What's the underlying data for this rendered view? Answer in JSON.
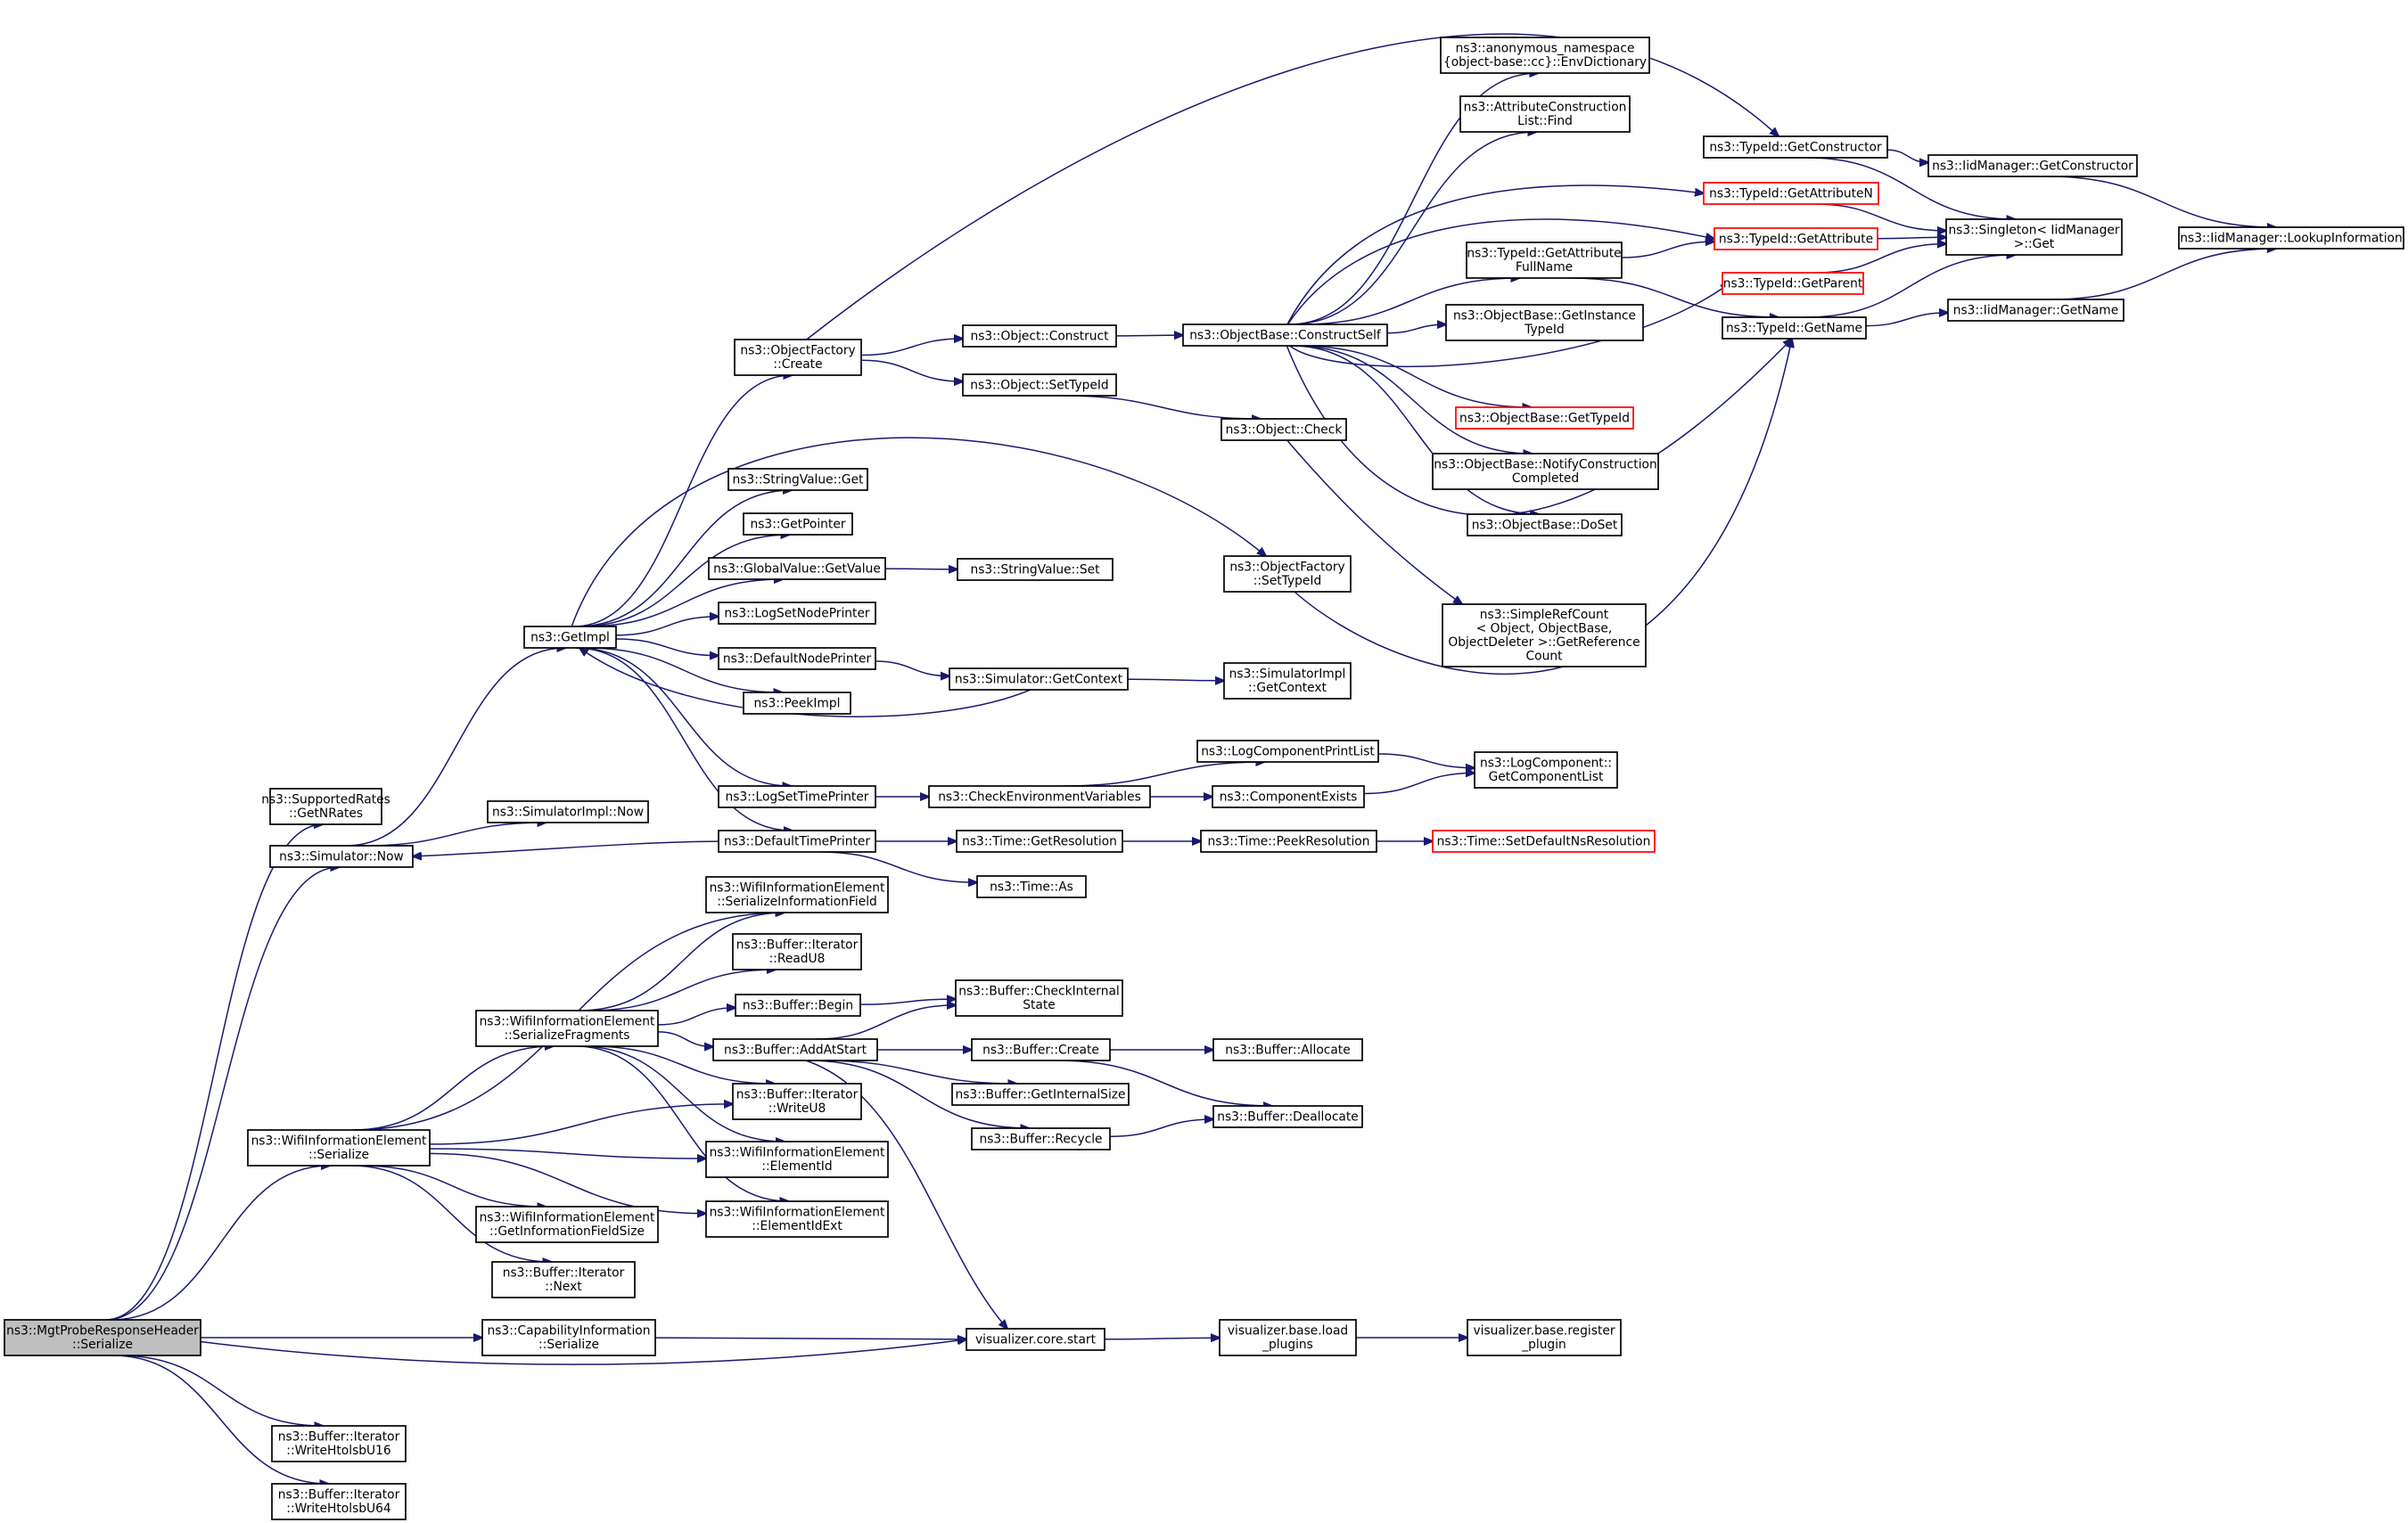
{
  "diagram": {
    "nodes": [
      {
        "id": "root",
        "lines": [
          "ns3::MgtProbeResponseHeader",
          "::Serialize"
        ],
        "style": "root"
      },
      {
        "id": "supportedRates",
        "lines": [
          "ns3::SupportedRates",
          "::GetNRates"
        ]
      },
      {
        "id": "simNow",
        "lines": [
          "ns3::Simulator::Now"
        ]
      },
      {
        "id": "simImplNow",
        "lines": [
          "ns3::SimulatorImpl::Now"
        ]
      },
      {
        "id": "getImpl",
        "lines": [
          "ns3::GetImpl"
        ]
      },
      {
        "id": "objFactoryCreate",
        "lines": [
          "ns3::ObjectFactory",
          "::Create"
        ]
      },
      {
        "id": "stringValueGet",
        "lines": [
          "ns3::StringValue::Get"
        ]
      },
      {
        "id": "getPointer",
        "lines": [
          "ns3::GetPointer"
        ]
      },
      {
        "id": "globalValueGetValue",
        "lines": [
          "ns3::GlobalValue::GetValue"
        ]
      },
      {
        "id": "logSetNodePrinter",
        "lines": [
          "ns3::LogSetNodePrinter"
        ]
      },
      {
        "id": "defaultNodePrinter",
        "lines": [
          "ns3::DefaultNodePrinter"
        ]
      },
      {
        "id": "peekImpl",
        "lines": [
          "ns3::PeekImpl"
        ]
      },
      {
        "id": "logSetTimePrinter",
        "lines": [
          "ns3::LogSetTimePrinter"
        ]
      },
      {
        "id": "defaultTimePrinter",
        "lines": [
          "ns3::DefaultTimePrinter"
        ]
      },
      {
        "id": "objectConstruct",
        "lines": [
          "ns3::Object::Construct"
        ]
      },
      {
        "id": "objectSetTypeId",
        "lines": [
          "ns3::Object::SetTypeId"
        ]
      },
      {
        "id": "stringValueSet",
        "lines": [
          "ns3::StringValue::Set"
        ]
      },
      {
        "id": "simGetContext",
        "lines": [
          "ns3::Simulator::GetContext"
        ]
      },
      {
        "id": "checkEnvVars",
        "lines": [
          "ns3::CheckEnvironmentVariables"
        ]
      },
      {
        "id": "timeGetResolution",
        "lines": [
          "ns3::Time::GetResolution"
        ]
      },
      {
        "id": "timeAs",
        "lines": [
          "ns3::Time::As"
        ]
      },
      {
        "id": "objBaseConstructSelf",
        "lines": [
          "ns3::ObjectBase::ConstructSelf"
        ]
      },
      {
        "id": "objectCheck",
        "lines": [
          "ns3::Object::Check"
        ]
      },
      {
        "id": "objFactorySetTypeId",
        "lines": [
          "ns3::ObjectFactory",
          "::SetTypeId"
        ]
      },
      {
        "id": "simImplGetContext",
        "lines": [
          "ns3::SimulatorImpl",
          "::GetContext"
        ]
      },
      {
        "id": "logCompPrintList",
        "lines": [
          "ns3::LogComponentPrintList"
        ]
      },
      {
        "id": "componentExists",
        "lines": [
          "ns3::ComponentExists"
        ]
      },
      {
        "id": "timePeekResolution",
        "lines": [
          "ns3::Time::PeekResolution"
        ]
      },
      {
        "id": "envDictionary",
        "lines": [
          "ns3::anonymous_namespace",
          "{object-base::cc}::EnvDictionary"
        ]
      },
      {
        "id": "attrConstrListFind",
        "lines": [
          "ns3::AttributeConstruction",
          "List::Find"
        ]
      },
      {
        "id": "typeIdGetAttrFullName",
        "lines": [
          "ns3::TypeId::GetAttribute",
          "FullName"
        ]
      },
      {
        "id": "objBaseGetInstanceTypeId",
        "lines": [
          "ns3::ObjectBase::GetInstance",
          "TypeId"
        ]
      },
      {
        "id": "objBaseGetTypeId",
        "lines": [
          "ns3::ObjectBase::GetTypeId"
        ],
        "style": "red"
      },
      {
        "id": "objBaseNotifyConstr",
        "lines": [
          "ns3::ObjectBase::NotifyConstruction",
          "Completed"
        ]
      },
      {
        "id": "objBaseDoSet",
        "lines": [
          "ns3::ObjectBase::DoSet"
        ]
      },
      {
        "id": "simpleRefCount",
        "lines": [
          "ns3::SimpleRefCount",
          "< Object, ObjectBase,",
          "ObjectDeleter >::GetReference",
          "Count"
        ]
      },
      {
        "id": "logCompGetList",
        "lines": [
          "ns3::LogComponent::",
          "GetComponentList"
        ]
      },
      {
        "id": "timeSetDefaultNs",
        "lines": [
          "ns3::Time::SetDefaultNsResolution"
        ],
        "style": "red"
      },
      {
        "id": "typeIdGetConstructor",
        "lines": [
          "ns3::TypeId::GetConstructor"
        ]
      },
      {
        "id": "typeIdGetAttributeN",
        "lines": [
          "ns3::TypeId::GetAttributeN"
        ],
        "style": "red"
      },
      {
        "id": "typeIdGetAttribute",
        "lines": [
          "ns3::TypeId::GetAttribute"
        ],
        "style": "red"
      },
      {
        "id": "typeIdGetParent",
        "lines": [
          "ns3::TypeId::GetParent"
        ],
        "style": "red"
      },
      {
        "id": "typeIdGetName",
        "lines": [
          "ns3::TypeId::GetName"
        ]
      },
      {
        "id": "iidMgrGetConstructor",
        "lines": [
          "ns3::IidManager::GetConstructor"
        ]
      },
      {
        "id": "singletonGet",
        "lines": [
          "ns3::Singleton< IidManager",
          ">::Get"
        ]
      },
      {
        "id": "iidMgrGetName",
        "lines": [
          "ns3::IidManager::GetName"
        ]
      },
      {
        "id": "iidMgrLookup",
        "lines": [
          "ns3::IidManager::LookupInformation"
        ]
      },
      {
        "id": "wieSerializeInfoField",
        "lines": [
          "ns3::WifiInformationElement",
          "::SerializeInformationField"
        ]
      },
      {
        "id": "bufIterReadU8",
        "lines": [
          "ns3::Buffer::Iterator",
          "::ReadU8"
        ]
      },
      {
        "id": "bufBegin",
        "lines": [
          "ns3::Buffer::Begin"
        ]
      },
      {
        "id": "wieSerializeFragments",
        "lines": [
          "ns3::WifiInformationElement",
          "::SerializeFragments"
        ]
      },
      {
        "id": "bufAddAtStart",
        "lines": [
          "ns3::Buffer::AddAtStart"
        ]
      },
      {
        "id": "bufIterWriteU8",
        "lines": [
          "ns3::Buffer::Iterator",
          "::WriteU8"
        ]
      },
      {
        "id": "wieSerialize",
        "lines": [
          "ns3::WifiInformationElement",
          "::Serialize"
        ]
      },
      {
        "id": "wieElementId",
        "lines": [
          "ns3::WifiInformationElement",
          "::ElementId"
        ]
      },
      {
        "id": "wieGetInfoFieldSize",
        "lines": [
          "ns3::WifiInformationElement",
          "::GetInformationFieldSize"
        ]
      },
      {
        "id": "wieElementIdExt",
        "lines": [
          "ns3::WifiInformationElement",
          "::ElementIdExt"
        ]
      },
      {
        "id": "bufIterNext",
        "lines": [
          "ns3::Buffer::Iterator",
          "::Next"
        ]
      },
      {
        "id": "bufCheckInternalState",
        "lines": [
          "ns3::Buffer::CheckInternal",
          "State"
        ]
      },
      {
        "id": "bufCreate",
        "lines": [
          "ns3::Buffer::Create"
        ]
      },
      {
        "id": "bufGetInternalSize",
        "lines": [
          "ns3::Buffer::GetInternalSize"
        ]
      },
      {
        "id": "bufRecycle",
        "lines": [
          "ns3::Buffer::Recycle"
        ]
      },
      {
        "id": "bufAllocate",
        "lines": [
          "ns3::Buffer::Allocate"
        ]
      },
      {
        "id": "bufDeallocate",
        "lines": [
          "ns3::Buffer::Deallocate"
        ]
      },
      {
        "id": "capInfoSerialize",
        "lines": [
          "ns3::CapabilityInformation",
          "::Serialize"
        ]
      },
      {
        "id": "vizCoreStart",
        "lines": [
          "visualizer.core.start"
        ]
      },
      {
        "id": "vizBaseLoadPlugins",
        "lines": [
          "visualizer.base.load",
          "_plugins"
        ]
      },
      {
        "id": "vizBaseRegisterPlugin",
        "lines": [
          "visualizer.base.register",
          "_plugin"
        ]
      },
      {
        "id": "bufIterWriteHtolsbU16",
        "lines": [
          "ns3::Buffer::Iterator",
          "::WriteHtolsbU16"
        ]
      },
      {
        "id": "bufIterWriteHtolsbU64",
        "lines": [
          "ns3::Buffer::Iterator",
          "::WriteHtolsbU64"
        ]
      }
    ],
    "edges": [
      [
        "root",
        "supportedRates"
      ],
      [
        "root",
        "simNow"
      ],
      [
        "root",
        "wieSerialize"
      ],
      [
        "root",
        "capInfoSerialize"
      ],
      [
        "root",
        "vizCoreStart"
      ],
      [
        "root",
        "bufIterWriteHtolsbU16"
      ],
      [
        "root",
        "bufIterWriteHtolsbU64"
      ],
      [
        "simNow",
        "simImplNow"
      ],
      [
        "simNow",
        "getImpl"
      ],
      [
        "defaultTimePrinter",
        "simNow"
      ],
      [
        "getImpl",
        "objFactoryCreate"
      ],
      [
        "getImpl",
        "stringValueGet"
      ],
      [
        "getImpl",
        "getPointer"
      ],
      [
        "getImpl",
        "globalValueGetValue"
      ],
      [
        "getImpl",
        "logSetNodePrinter"
      ],
      [
        "getImpl",
        "defaultNodePrinter"
      ],
      [
        "getImpl",
        "peekImpl"
      ],
      [
        "getImpl",
        "logSetTimePrinter"
      ],
      [
        "getImpl",
        "defaultTimePrinter"
      ],
      [
        "getImpl",
        "objFactorySetTypeId"
      ],
      [
        "simGetContext",
        "getImpl"
      ],
      [
        "objFactoryCreate",
        "objectConstruct"
      ],
      [
        "objFactoryCreate",
        "objectSetTypeId"
      ],
      [
        "objFactoryCreate",
        "typeIdGetConstructor"
      ],
      [
        "globalValueGetValue",
        "stringValueSet"
      ],
      [
        "defaultNodePrinter",
        "simGetContext"
      ],
      [
        "simGetContext",
        "simImplGetContext"
      ],
      [
        "logSetTimePrinter",
        "checkEnvVars"
      ],
      [
        "checkEnvVars",
        "logCompPrintList"
      ],
      [
        "checkEnvVars",
        "componentExists"
      ],
      [
        "logCompPrintList",
        "logCompGetList"
      ],
      [
        "componentExists",
        "logCompGetList"
      ],
      [
        "defaultTimePrinter",
        "timeGetResolution"
      ],
      [
        "defaultTimePrinter",
        "timeAs"
      ],
      [
        "timeGetResolution",
        "timePeekResolution"
      ],
      [
        "timePeekResolution",
        "timeSetDefaultNs"
      ],
      [
        "objectConstruct",
        "objBaseConstructSelf"
      ],
      [
        "objectSetTypeId",
        "objectCheck"
      ],
      [
        "objectCheck",
        "simpleRefCount"
      ],
      [
        "objFactorySetTypeId",
        "typeIdGetName"
      ],
      [
        "objBaseConstructSelf",
        "envDictionary"
      ],
      [
        "objBaseConstructSelf",
        "attrConstrListFind"
      ],
      [
        "objBaseConstructSelf",
        "typeIdGetAttributeN"
      ],
      [
        "objBaseConstructSelf",
        "typeIdGetAttribute"
      ],
      [
        "objBaseConstructSelf",
        "typeIdGetAttrFullName"
      ],
      [
        "objBaseConstructSelf",
        "typeIdGetParent"
      ],
      [
        "objBaseConstructSelf",
        "objBaseGetInstanceTypeId"
      ],
      [
        "objBaseConstructSelf",
        "objBaseGetTypeId"
      ],
      [
        "objBaseConstructSelf",
        "objBaseNotifyConstr"
      ],
      [
        "objBaseConstructSelf",
        "objBaseDoSet"
      ],
      [
        "objBaseConstructSelf",
        "typeIdGetName"
      ],
      [
        "typeIdGetAttrFullName",
        "typeIdGetAttribute"
      ],
      [
        "typeIdGetAttrFullName",
        "typeIdGetName"
      ],
      [
        "typeIdGetConstructor",
        "iidMgrGetConstructor"
      ],
      [
        "typeIdGetConstructor",
        "singletonGet"
      ],
      [
        "typeIdGetAttributeN",
        "singletonGet"
      ],
      [
        "typeIdGetAttribute",
        "singletonGet"
      ],
      [
        "typeIdGetParent",
        "singletonGet"
      ],
      [
        "typeIdGetName",
        "singletonGet"
      ],
      [
        "typeIdGetName",
        "iidMgrGetName"
      ],
      [
        "iidMgrGetConstructor",
        "iidMgrLookup"
      ],
      [
        "iidMgrGetName",
        "iidMgrLookup"
      ],
      [
        "wieSerialize",
        "wieSerializeInfoField"
      ],
      [
        "wieSerialize",
        "wieSerializeFragments"
      ],
      [
        "wieSerialize",
        "bufIterWriteU8"
      ],
      [
        "wieSerialize",
        "wieElementId"
      ],
      [
        "wieSerialize",
        "wieGetInfoFieldSize"
      ],
      [
        "wieSerialize",
        "wieElementIdExt"
      ],
      [
        "wieSerialize",
        "bufIterNext"
      ],
      [
        "wieSerializeFragments",
        "wieSerializeInfoField"
      ],
      [
        "wieSerializeFragments",
        "bufIterReadU8"
      ],
      [
        "wieSerializeFragments",
        "bufBegin"
      ],
      [
        "wieSerializeFragments",
        "bufAddAtStart"
      ],
      [
        "wieSerializeFragments",
        "bufIterWriteU8"
      ],
      [
        "wieSerializeFragments",
        "wieElementId"
      ],
      [
        "wieSerializeFragments",
        "wieElementIdExt"
      ],
      [
        "bufBegin",
        "bufCheckInternalState"
      ],
      [
        "bufAddAtStart",
        "bufCheckInternalState"
      ],
      [
        "bufAddAtStart",
        "bufCreate"
      ],
      [
        "bufAddAtStart",
        "bufGetInternalSize"
      ],
      [
        "bufAddAtStart",
        "bufRecycle"
      ],
      [
        "bufAddAtStart",
        "vizCoreStart"
      ],
      [
        "bufCreate",
        "bufAllocate"
      ],
      [
        "bufCreate",
        "bufDeallocate"
      ],
      [
        "bufRecycle",
        "bufDeallocate"
      ],
      [
        "capInfoSerialize",
        "vizCoreStart"
      ],
      [
        "vizCoreStart",
        "vizBaseLoadPlugins"
      ],
      [
        "vizBaseLoadPlugins",
        "vizBaseRegisterPlugin"
      ]
    ]
  }
}
